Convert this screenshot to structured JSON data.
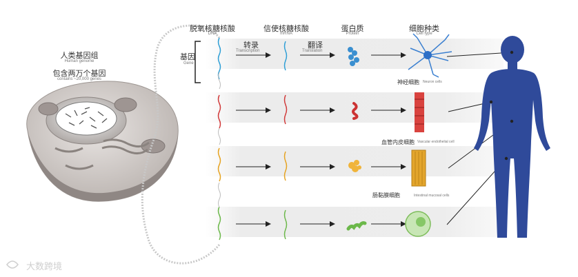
{
  "header": {
    "dna_zh": "脱氧核糖核酸",
    "dna_en": "DNA",
    "mrna_zh": "信使核糖核酸",
    "mrna_en": "mRNA",
    "protein_zh": "蛋白质",
    "protein_en": "Protein",
    "celltype_zh": "细胞种类",
    "celltype_en": "Cell type"
  },
  "left": {
    "genome_zh": "人类基因组",
    "genome_en": "Human genome",
    "contains_zh": "包含两万个基因",
    "contains_en": "contains ~20,000 genes",
    "gene_zh": "基因",
    "gene_en": "Gene"
  },
  "process": {
    "transcription_zh": "转录",
    "transcription_en": "Transcription",
    "translation_zh": "翻译",
    "translation_en": "Translation"
  },
  "rows": [
    {
      "color": "#2f9fd6",
      "protein_color": "#3a8fd0",
      "cell_zh": "神经细胞",
      "cell_en": "Neuron cells"
    },
    {
      "color": "#d13a3a",
      "protein_color": "#cc3333",
      "cell_zh": "血管内皮细胞",
      "cell_en": "Vascular endothelial cell"
    },
    {
      "color": "#e6a321",
      "protein_color": "#f0b43a",
      "cell_zh": "肠黏膜细胞",
      "cell_en": "Intestinal mucosal cells"
    },
    {
      "color": "#6cb84a",
      "protein_color": "#6cb84a",
      "cell_zh": "",
      "cell_en": ""
    }
  ],
  "watermark": "大数跨境",
  "colors": {
    "body": "#2f4a9a",
    "band": "#ececec",
    "arrow": "#222222"
  }
}
